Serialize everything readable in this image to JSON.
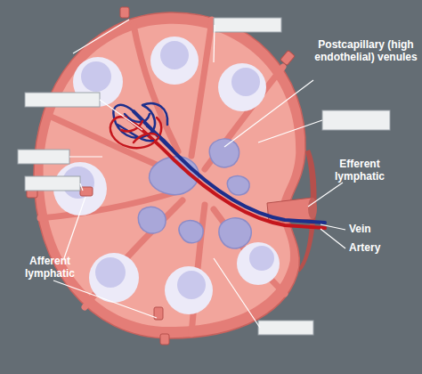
{
  "diagram": {
    "labels": [
      "Postcapillary (high endothelial) venules",
      "Efferent lymphatic",
      "Vein",
      "Artery",
      "Afferent lymphatic"
    ]
  }
}
